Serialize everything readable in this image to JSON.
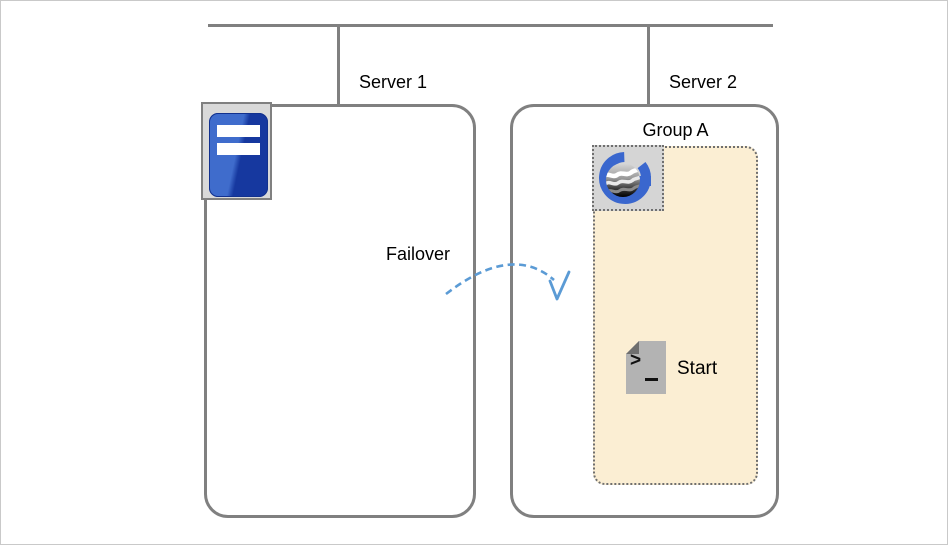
{
  "diagram": {
    "title_hint": "failover-diagram",
    "network": {
      "bus": "network-bus"
    },
    "server1": {
      "label": "Server 1"
    },
    "server2": {
      "label": "Server 2"
    },
    "group": {
      "label": "Group A"
    },
    "failover": {
      "label": "Failover"
    },
    "start": {
      "label": "Start"
    },
    "script_icon": {
      "prompt_glyph": ">"
    },
    "icons": {
      "server1_badge": "server-tower-icon",
      "group_badge": "cluster-g-logo-icon",
      "start_badge": "shell-script-icon",
      "arrow": "failover-dashed-arrow"
    },
    "colors": {
      "line_gray": "#808080",
      "box_border_gray": "#808080",
      "group_fill": "#fbeed3",
      "dotted_border_gray": "#6f6f6f",
      "arrow_blue": "#5b9bd5",
      "icon_bg_gray": "#d9d9d9",
      "server_icon_blue_light": "#3f6ccc",
      "server_icon_blue_dark": "#16389f",
      "g_logo_blue": "#3a67ce",
      "script_gray": "#b3b3b3",
      "script_fold_gray": "#6e6e6e",
      "canvas_border": "#c9c9c9",
      "text": "#000000"
    }
  }
}
